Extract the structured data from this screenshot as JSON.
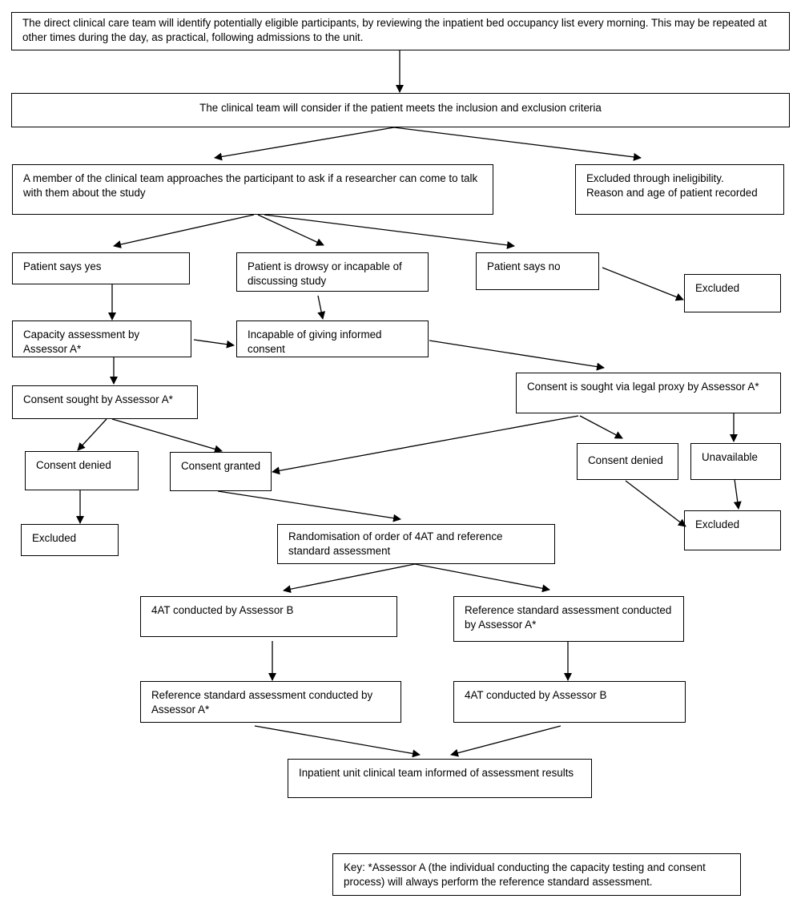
{
  "boxes": {
    "identify": "The direct clinical care team will identify potentially eligible participants, by reviewing the inpatient bed occupancy list every morning. This may be repeated at other times during the day, as practical, following admissions to the unit.",
    "consider": "The clinical team will consider if the patient meets the inclusion and exclusion criteria",
    "approach": "A member of the clinical team approaches the participant to ask if a researcher can come to talk with them about the study",
    "excluded_ineligible_1": "Excluded through ineligibility.",
    "excluded_ineligible_2": "Reason and age of patient recorded",
    "says_yes": "Patient says yes",
    "drowsy": "Patient is drowsy or incapable of discussing study",
    "says_no": "Patient says no",
    "excluded_no": "Excluded",
    "capacity": "Capacity assessment by Assessor A*",
    "incapable": "Incapable of giving informed consent",
    "consent_sought": "Consent sought by Assessor A*",
    "legal_proxy": "Consent is sought via legal proxy by Assessor A*",
    "consent_denied_left": "Consent denied",
    "consent_granted": "Consent granted",
    "consent_denied_right": "Consent denied",
    "unavailable": "Unavailable",
    "excluded_left": "Excluded",
    "excluded_right": "Excluded",
    "randomisation": "Randomisation of order of 4AT and reference standard assessment",
    "fourat_left": "4AT conducted by Assessor B",
    "refstd_right": "Reference standard assessment conducted by Assessor A*",
    "refstd_left": "Reference standard assessment conducted by Assessor A*",
    "fourat_right": "4AT conducted by Assessor B",
    "informed": "Inpatient unit clinical team informed of assessment results",
    "key": "Key: *Assessor A (the individual conducting the capacity testing and consent process) will always perform the reference standard assessment."
  }
}
